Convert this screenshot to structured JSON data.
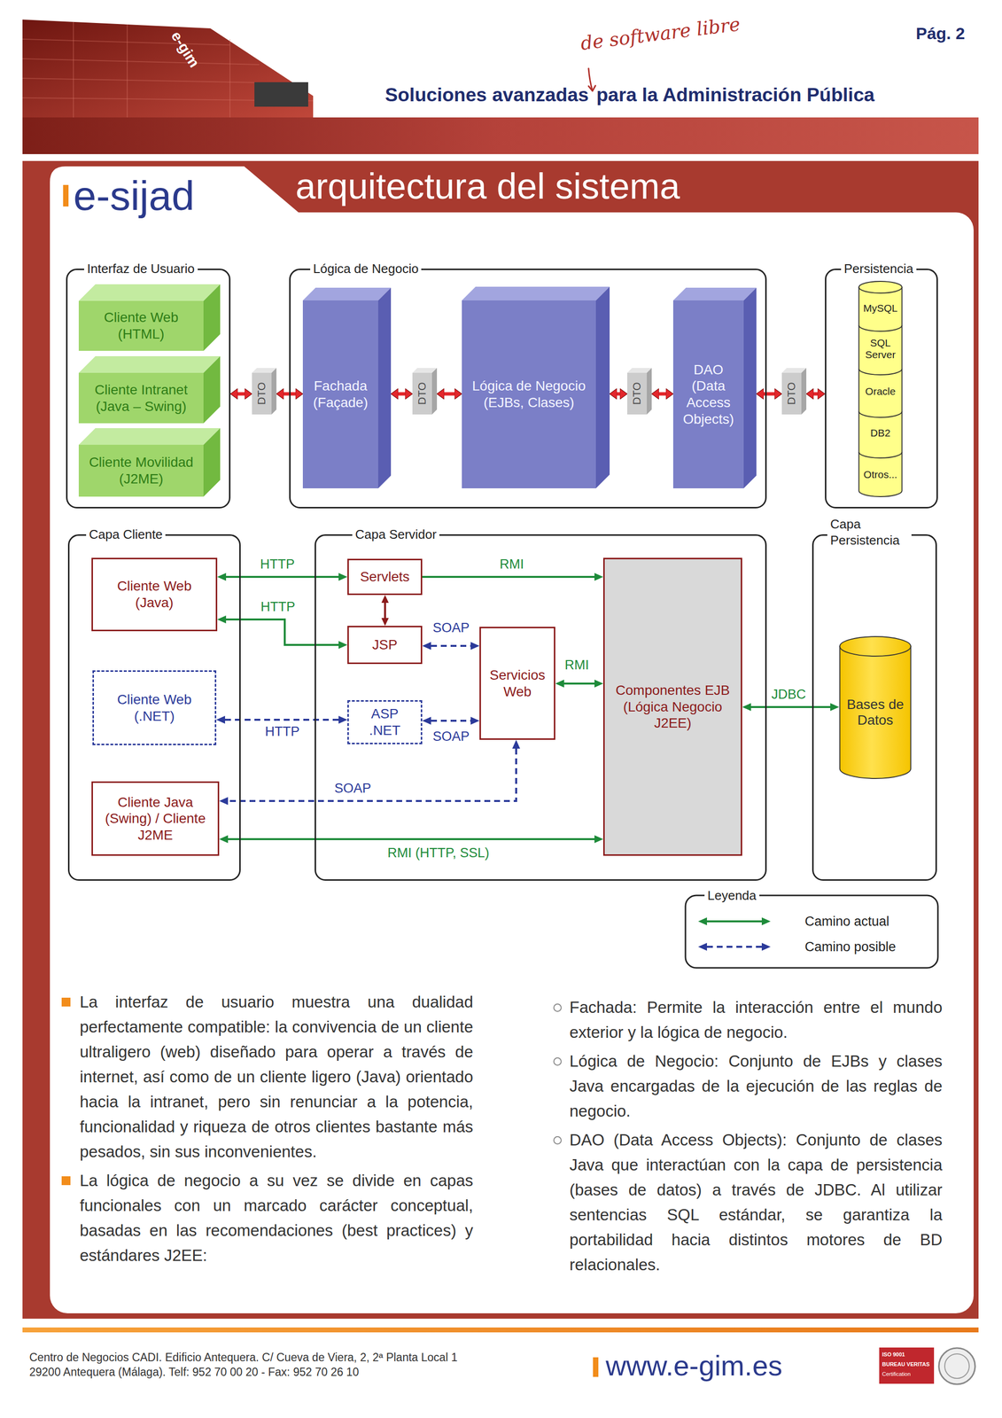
{
  "diagram": {
    "title": "arquitectura del sistema",
    "nodes": [
      {
        "text": [
          "Interfaz de Usuario"
        ]
      },
      {
        "text": [
          "Cliente Web (HTML)"
        ],
        "in": 0
      },
      {
        "text": [
          "Cliente Intranet (Java – Swing)"
        ],
        "in": 0
      },
      {
        "text": [
          "Cliente Movilidad (J2ME)"
        ],
        "in": 0
      },
      {
        "text": [
          "DTO"
        ]
      },
      {
        "text": [
          "Lógica de Negocio"
        ]
      },
      {
        "text": [
          "Fachada (Façade)"
        ],
        "in": 5
      },
      {
        "text": [
          "DTO"
        ],
        "in": 5
      },
      {
        "text": [
          "Lógica de Negocio (EJBs, Clases)"
        ],
        "in": 5
      },
      {
        "text": [
          "DTO"
        ],
        "in": 5
      },
      {
        "text": [
          "DAO (Data Access Objects)"
        ],
        "in": 5
      },
      {
        "text": [
          "DTO"
        ]
      },
      {
        "text": [
          "Persistencia"
        ]
      },
      {
        "text": [
          "MySQL",
          "SQL Server",
          "Oracle",
          "DB2",
          "Otros..."
        ],
        "in": 12
      },
      {
        "text": [
          "Capa Cliente"
        ]
      },
      {
        "text": [
          "Cliente Web (Java)"
        ],
        "in": 14
      },
      {
        "text": [
          "Cliente Web (.NET)"
        ],
        "in": 14
      },
      {
        "text": [
          "Cliente Java (Swing) / Cliente J2ME"
        ],
        "in": 14
      },
      {
        "text": [
          "Capa Servidor"
        ]
      },
      {
        "text": [
          "Servlets"
        ],
        "in": 18
      },
      {
        "text": [
          "JSP"
        ],
        "in": 18
      },
      {
        "text": [
          "ASP .NET"
        ],
        "in": 18
      },
      {
        "text": [
          "Servicios Web"
        ],
        "in": 18
      },
      {
        "text": [
          "Componentes EJB (Lógica Negocio J2EE)"
        ],
        "in": 18
      },
      {
        "text": [
          "Capa Persistencia"
        ]
      },
      {
        "text": [
          "Bases de Datos"
        ],
        "in": 24
      }
    ],
    "edges": [
      {
        "from": 0,
        "to": 4,
        "arrow": "both"
      },
      {
        "from": 4,
        "to": 6,
        "arrow": "both"
      },
      {
        "from": 6,
        "to": 7,
        "arrow": "both"
      },
      {
        "from": 7,
        "to": 8,
        "arrow": "both"
      },
      {
        "from": 8,
        "to": 9,
        "arrow": "both"
      },
      {
        "from": 9,
        "to": 10,
        "arrow": "both"
      },
      {
        "from": 10,
        "to": 11,
        "arrow": "both"
      },
      {
        "from": 11,
        "to": 12,
        "arrow": "both"
      },
      {
        "from": 15,
        "to": 19,
        "label": "HTTP",
        "arrow": "both"
      },
      {
        "from": 15,
        "to": 20,
        "label": "HTTP",
        "arrow": "both"
      },
      {
        "from": 19,
        "to": 20,
        "arrow": "both"
      },
      {
        "from": 19,
        "to": 23,
        "label": "RMI",
        "arrow": "to"
      },
      {
        "from": 20,
        "to": 22,
        "label": "SOAP",
        "arrow": "both"
      },
      {
        "from": 16,
        "to": 21,
        "label": "HTTP",
        "arrow": "both"
      },
      {
        "from": 21,
        "to": 22,
        "label": "SOAP",
        "arrow": "both"
      },
      {
        "from": 22,
        "to": 23,
        "label": "RMI",
        "arrow": "both"
      },
      {
        "from": 22,
        "to": 17,
        "label": "SOAP",
        "arrow": "both"
      },
      {
        "from": 17,
        "to": 23,
        "label": "RMI (HTTP, SSL)",
        "arrow": "both"
      },
      {
        "from": 23,
        "to": 25,
        "label": "JDBC",
        "arrow": "both"
      }
    ],
    "labels": [
      "Pág. 2",
      "de software libre",
      "Soluciones avanzadas",
      "para la Administración Pública",
      "e-gim",
      "e-sijad",
      "Leyenda",
      "La interfaz de usuario muestra una dualidad perfectamente compatible: la convivencia de un cliente ultraligero (web) diseñado para operar a través de internet, así como de un cliente ligero (Java) orientado hacia la intranet, pero sin renunciar a la potencia, funcionalidad y riqueza de otros clientes bastante más pesados, sin sus inconvenientes.",
      "La lógica de negocio a su vez se divide en capas funcionales con un marcado carácter conceptual, basadas en las recomendaciones (best practices) y estándares J2EE:",
      "Fachada: Permite la interacción entre el mundo exterior y la lógica de negocio.",
      "Lógica de Negocio: Conjunto de EJBs y clases Java encargadas de la ejecución de las reglas de negocio.",
      "DAO (Data Access Objects): Conjunto de clases Java que interactúan con la capa de persistencia (bases de datos) a través de JDBC. Al utilizar sentencias SQL estándar, se garantiza la portabilidad hacia distintos motores de BD relacionales.",
      "Centro de Negocios CADI. Edificio Antequera. C/ Cueva de Viera, 2, 2ª Planta Local 1",
      "29200 Antequera (Málaga). Telf: 952 70 00 20 - Fax: 952 70 26 10",
      "www.e-gim.es",
      "ISO 9001",
      "BUREAU VERITAS",
      "Certification"
    ],
    "legend": [
      {
        "text": "Camino actual"
      },
      {
        "text": "Camino posible"
      }
    ]
  }
}
